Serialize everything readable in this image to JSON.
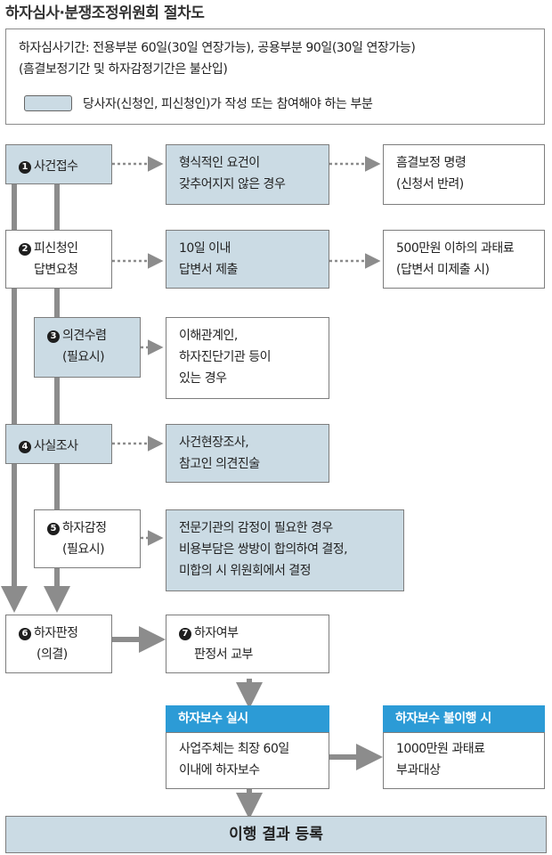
{
  "title": "하자심사·분쟁조정위원회 절차도",
  "info": {
    "line1": "하자심사기간: 전용부분 60일(30일 연장가능), 공용부분 90일(30일 연장가능)",
    "line2": "(흠결보정기간 및 하자감정기간은 불산입)",
    "legend": "당사자(신청인, 피신청인)가 작성 또는 참여해야 하는 부분"
  },
  "steps": {
    "s1": {
      "num": "1",
      "label": "사건접수"
    },
    "s2": {
      "num": "2",
      "line1": "피신청인",
      "line2": "답변요청"
    },
    "s3": {
      "num": "3",
      "line1": "의견수렴",
      "line2": "(필요시)"
    },
    "s4": {
      "num": "4",
      "label": "사실조사"
    },
    "s5": {
      "num": "5",
      "line1": "하자감정",
      "line2": "(필요시)"
    },
    "s6": {
      "num": "6",
      "line1": "하자판정",
      "line2": "(의결)"
    },
    "s7": {
      "num": "7",
      "line1": "하자여부",
      "line2": "판정서 교부"
    }
  },
  "details": {
    "d1": {
      "line1": "형식적인 요건이",
      "line2": "갖추어지지 않은 경우"
    },
    "d1r": {
      "line1": "흠결보정 명령",
      "line2": "(신청서 반려)"
    },
    "d2": {
      "line1": "10일 이내",
      "line2": "답변서 제출"
    },
    "d2r": {
      "line1": "500만원 이하의 과태료",
      "line2": "(답변서 미제출 시)"
    },
    "d3": {
      "line1": "이해관계인,",
      "line2": "하자진단기관 등이",
      "line3": "있는 경우"
    },
    "d4": {
      "line1": "사건현장조사,",
      "line2": "참고인 의견진술"
    },
    "d5": {
      "line1": "전문기관의 감정이 필요한 경우",
      "line2": "비용부담은 쌍방이 합의하여 결정,",
      "line3": "미합의 시 위원회에서 결정"
    }
  },
  "repair": {
    "header": "하자보수 실시",
    "line1": "사업주체는 최장 60일",
    "line2": "이내에 하자보수"
  },
  "nonrepair": {
    "header": "하자보수 불이행 시",
    "line1": "1000만원 과태료",
    "line2": "부과대상"
  },
  "final": "이행 결과 등록",
  "colors": {
    "highlight": "#cbdbe4",
    "header_blue": "#2c9bd6",
    "arrow_gray": "#8c8c8c"
  }
}
